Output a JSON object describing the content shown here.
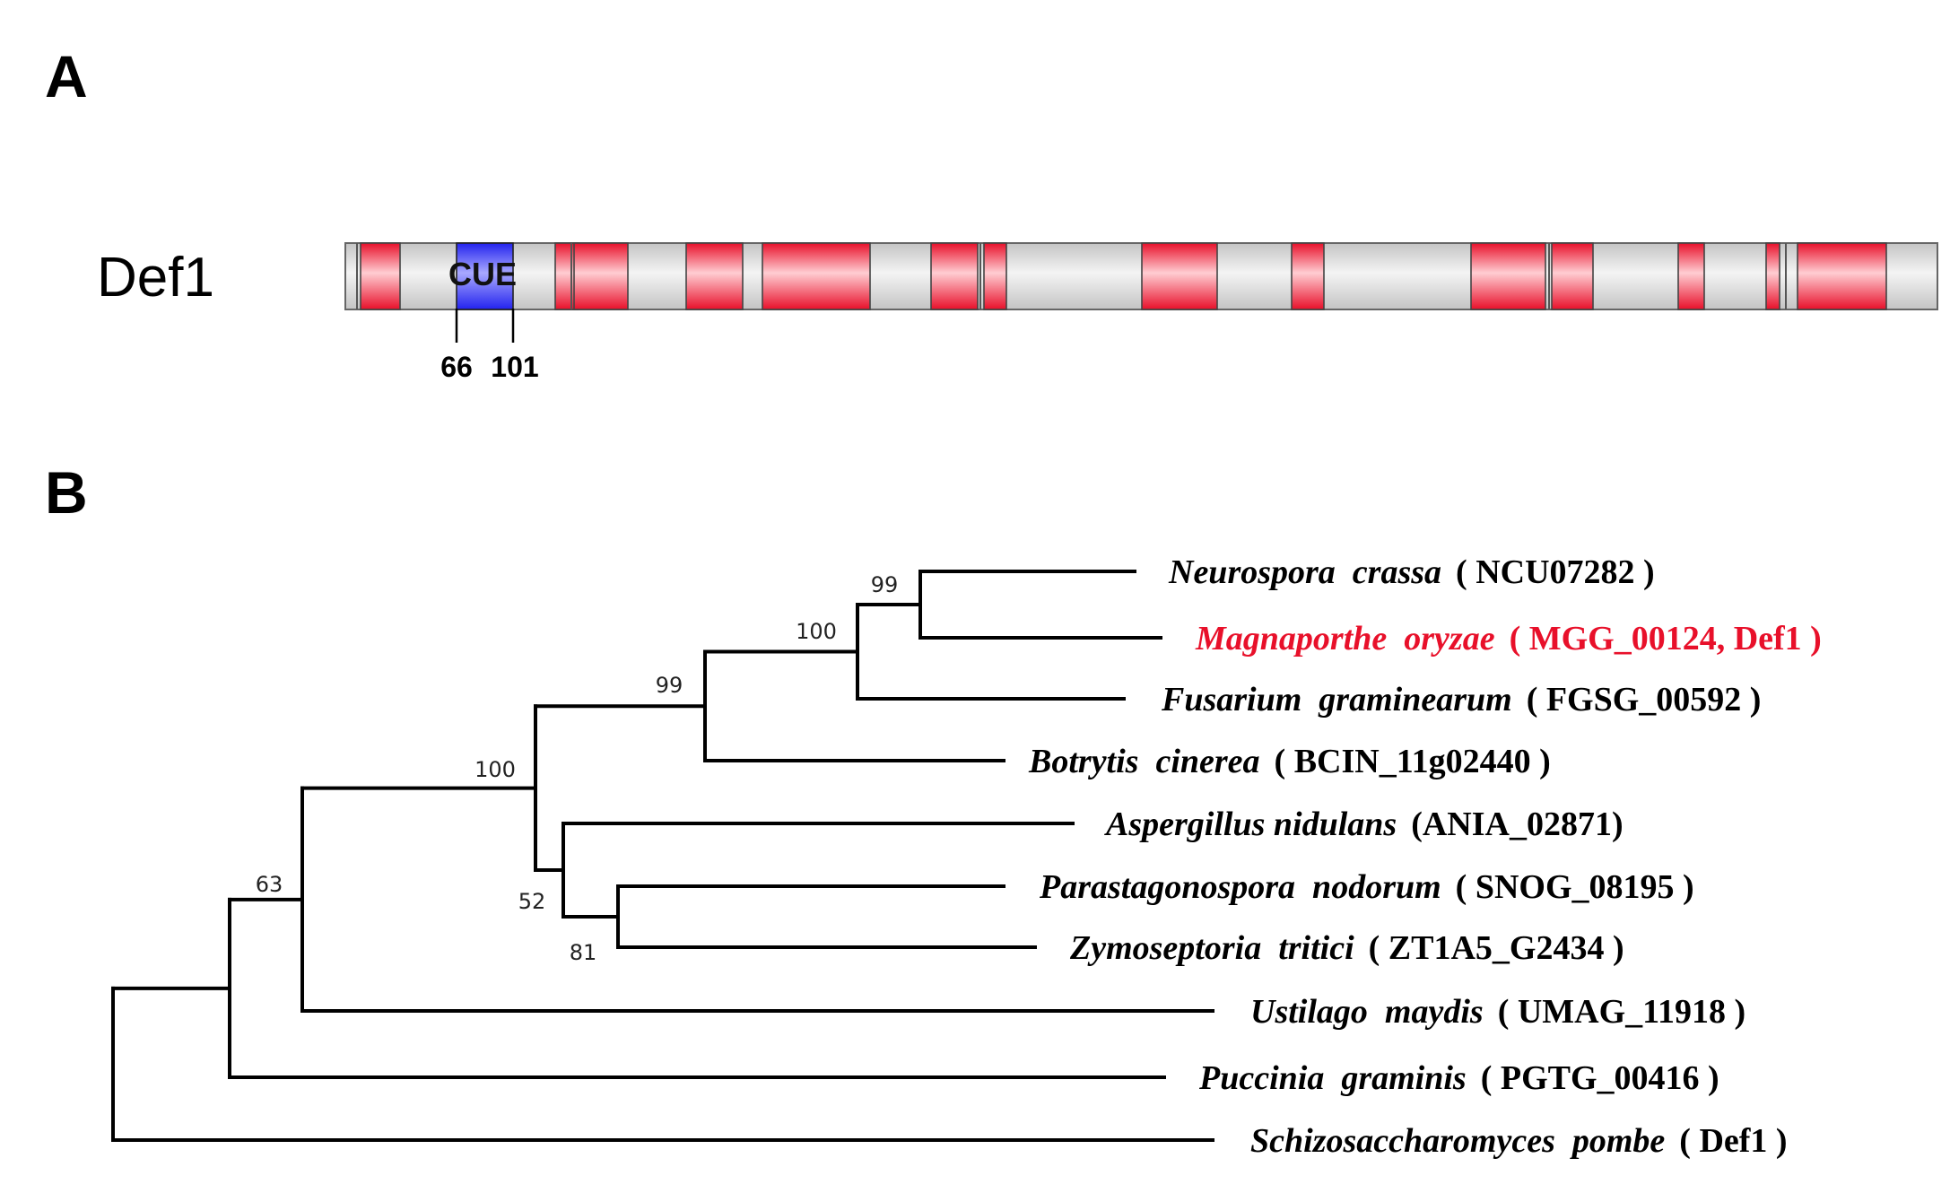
{
  "colors": {
    "segment_fill": "#e8102a",
    "background_fill": "#c4c4c4",
    "domain_fill": "#2323ee",
    "highlight_text": "#e8102a",
    "line": "#000000"
  },
  "panel_a": {
    "label": "A",
    "protein": {
      "name": "Def1",
      "domain": {
        "name": "CUE",
        "start": "66",
        "end": "101"
      }
    }
  },
  "panel_b": {
    "label": "B",
    "taxa": [
      {
        "species": "Neurospora  crassa",
        "id": "( NCU07282 )",
        "highlight": false
      },
      {
        "species": "Magnaporthe  oryzae",
        "id": "( MGG_00124, Def1 )",
        "highlight": true
      },
      {
        "species": "Fusarium  graminearum",
        "id": "( FGSG_00592 )",
        "highlight": false
      },
      {
        "species": "Botrytis  cinerea",
        "id": "( BCIN_11g02440 )",
        "highlight": false
      },
      {
        "species": "Aspergillus nidulans",
        "id": "(ANIA_02871)",
        "highlight": false
      },
      {
        "species": "Parastagonospora  nodorum",
        "id": "( SNOG_08195 )",
        "highlight": false
      },
      {
        "species": "Zymoseptoria  tritici",
        "id": "( ZT1A5_G2434 )",
        "highlight": false
      },
      {
        "species": "Ustilago  maydis",
        "id": "( UMAG_11918 )",
        "highlight": false
      },
      {
        "species": "Puccinia  graminis",
        "id": "( PGTG_00416 )",
        "highlight": false
      },
      {
        "species": "Schizosaccharomyces  pombe",
        "id": "( Def1 )",
        "highlight": false
      }
    ],
    "bootstrap_values": [
      "99",
      "100",
      "99",
      "100",
      "63",
      "52",
      "81"
    ]
  }
}
